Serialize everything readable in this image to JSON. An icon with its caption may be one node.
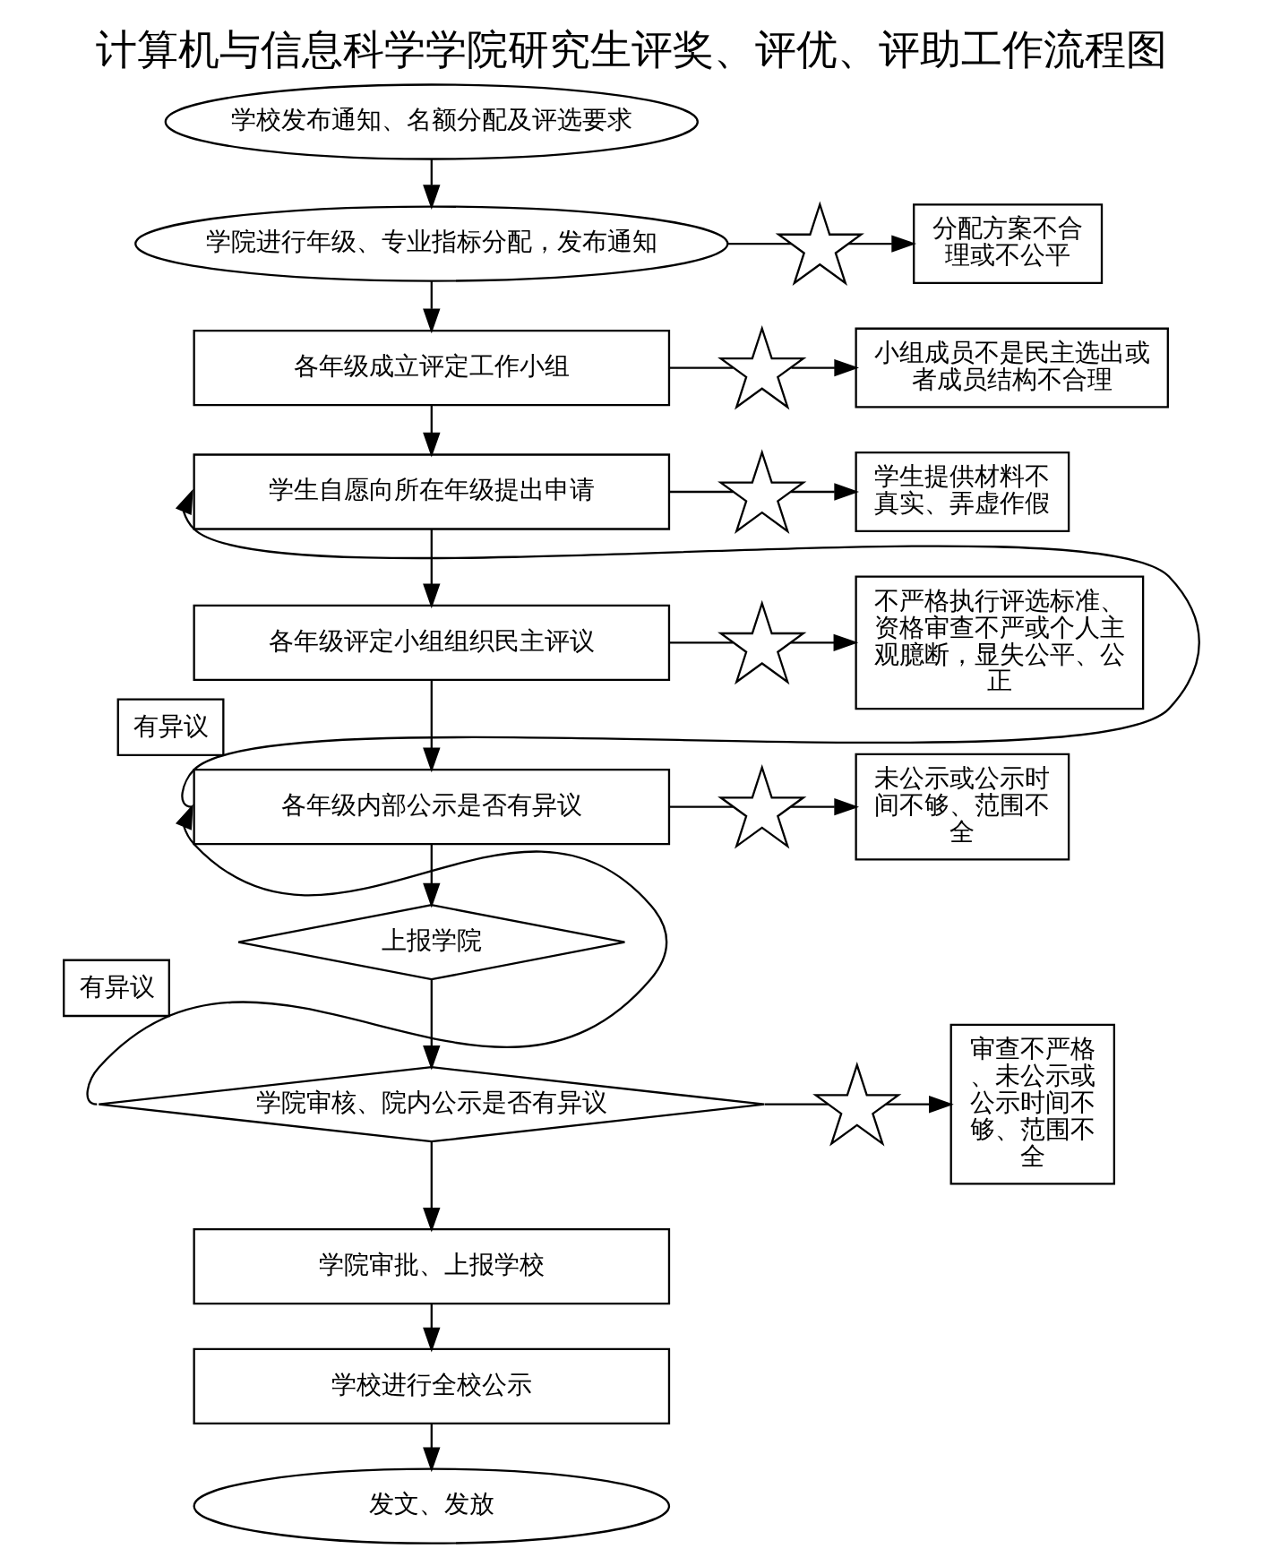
{
  "diagram": {
    "title": "计算机与信息科学学院研究生评奖、评优、评助工作流程图",
    "nodes": [
      {
        "text": [
          "学校发布通知、名额分配及评选要求"
        ]
      },
      {
        "text": [
          "学院进行年级、专业指标分配，发布通知"
        ]
      },
      {
        "text": [],
        "shape": "star"
      },
      {
        "text": [
          "分配方案不合理或不公平"
        ]
      },
      {
        "text": [
          "各年级成立评定工作小组"
        ]
      },
      {
        "text": [],
        "shape": "star"
      },
      {
        "text": [
          "小组成员不是民主选出或者成员结构不合理"
        ]
      },
      {
        "text": [
          "学生自愿向所在年级提出申请"
        ]
      },
      {
        "text": [],
        "shape": "star"
      },
      {
        "text": [
          "学生提供材料不真实、弄虚作假"
        ]
      },
      {
        "text": [
          "各年级评定小组组织民主评议"
        ]
      },
      {
        "text": [],
        "shape": "star"
      },
      {
        "text": [
          "不严格执行评选标准、资格审查不严或个人主观臆断，显失公平、公正"
        ]
      },
      {
        "text": [
          "各年级内部公示是否有异议"
        ]
      },
      {
        "text": [],
        "shape": "star"
      },
      {
        "text": [
          "未公示或公示时间不够、范围不全"
        ]
      },
      {
        "text": [
          "上报学院"
        ]
      },
      {
        "text": [
          "学院审核、院内公示是否有异议"
        ]
      },
      {
        "text": [],
        "shape": "star"
      },
      {
        "text": [
          "审查不严格、未公示或公示时间不够、范围不全"
        ]
      },
      {
        "text": [
          "学院审批、上报学校"
        ]
      },
      {
        "text": [
          "学校进行全校公示"
        ]
      },
      {
        "text": [
          "发文、发放"
        ]
      }
    ],
    "edges": [
      {
        "from": 0,
        "to": 1,
        "arrow": "to"
      },
      {
        "from": 1,
        "to": 2,
        "arrow": "none"
      },
      {
        "from": 2,
        "to": 3,
        "arrow": "to"
      },
      {
        "from": 1,
        "to": 4,
        "arrow": "to"
      },
      {
        "from": 4,
        "to": 5,
        "arrow": "none"
      },
      {
        "from": 5,
        "to": 6,
        "arrow": "to"
      },
      {
        "from": 4,
        "to": 7,
        "arrow": "to"
      },
      {
        "from": 7,
        "to": 8,
        "arrow": "none"
      },
      {
        "from": 8,
        "to": 9,
        "arrow": "to"
      },
      {
        "from": 7,
        "to": 10,
        "arrow": "to"
      },
      {
        "from": 10,
        "to": 11,
        "arrow": "none"
      },
      {
        "from": 11,
        "to": 12,
        "arrow": "to"
      },
      {
        "from": 10,
        "to": 13,
        "arrow": "to"
      },
      {
        "from": 13,
        "to": 14,
        "arrow": "none"
      },
      {
        "from": 14,
        "to": 15,
        "arrow": "to"
      },
      {
        "from": 13,
        "to": 7,
        "arrow": "to",
        "label": "有异议"
      },
      {
        "from": 13,
        "to": 16,
        "arrow": "to"
      },
      {
        "from": 16,
        "to": 17,
        "arrow": "to"
      },
      {
        "from": 17,
        "to": 13,
        "arrow": "to",
        "label": "有异议"
      },
      {
        "from": 17,
        "to": 18,
        "arrow": "none"
      },
      {
        "from": 18,
        "to": 19,
        "arrow": "to"
      },
      {
        "from": 17,
        "to": 20,
        "arrow": "to"
      },
      {
        "from": 20,
        "to": 21,
        "arrow": "to"
      },
      {
        "from": 21,
        "to": 22,
        "arrow": "to"
      }
    ]
  }
}
